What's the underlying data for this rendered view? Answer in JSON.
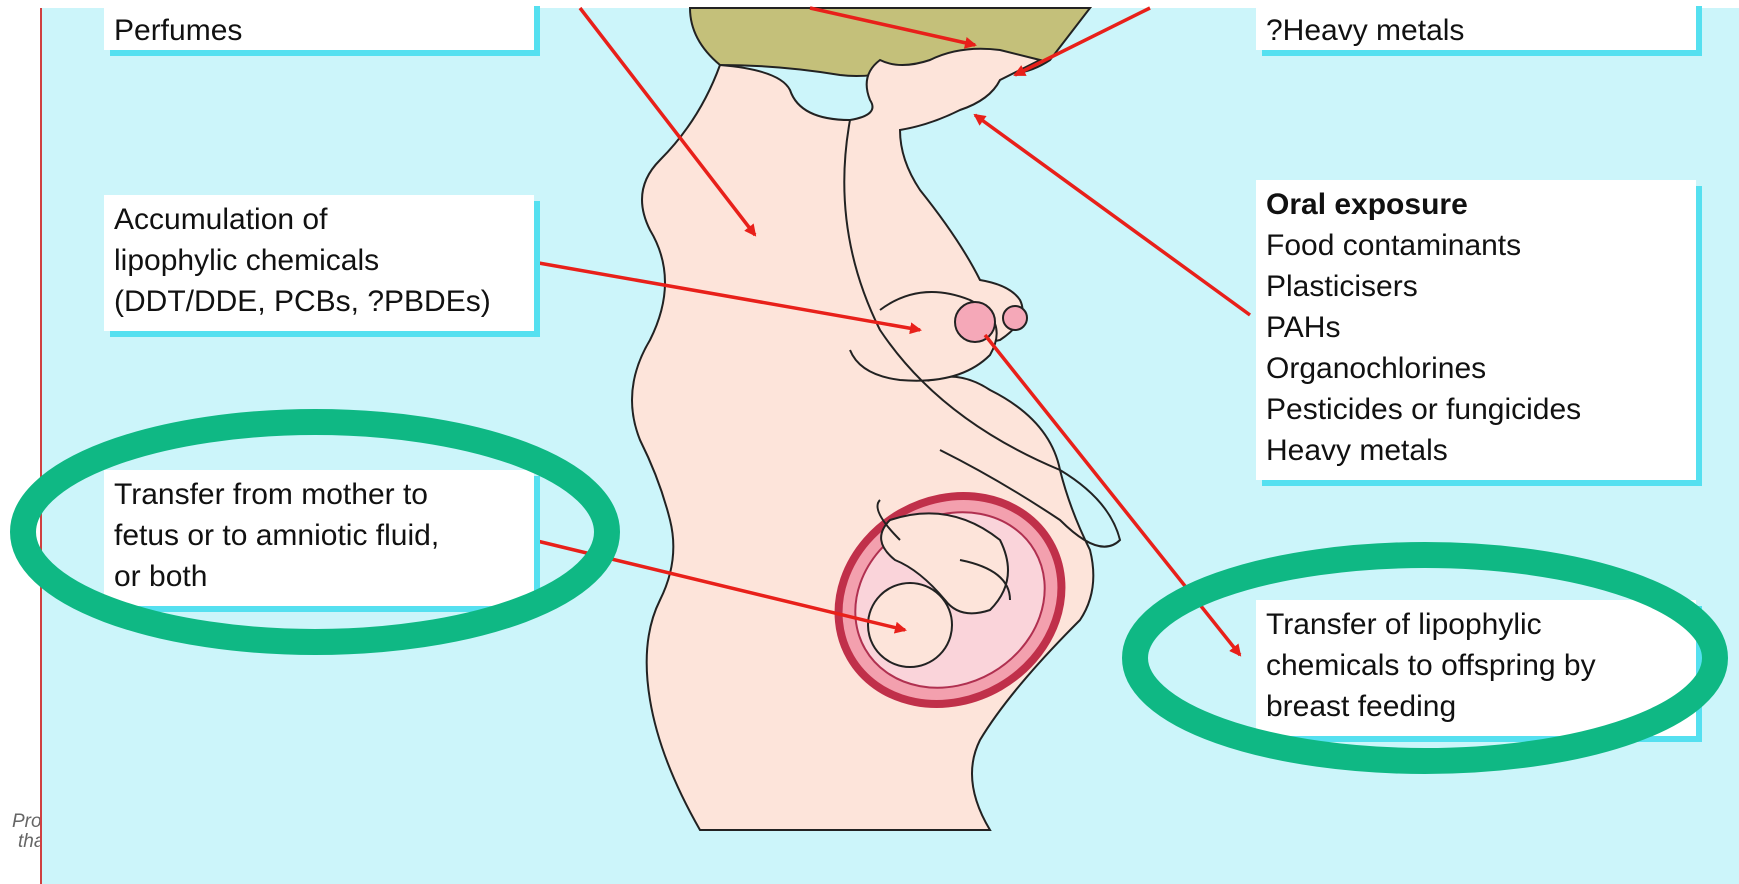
{
  "slide": {
    "footer_caption_lines": [
      "Pro",
      "tha"
    ]
  },
  "boxes": {
    "top_left": {
      "lines": [
        "Perfumes"
      ]
    },
    "top_right": {
      "lines": [
        "?Heavy metals"
      ]
    },
    "accumulation": {
      "lines": [
        "Accumulation of",
        "lipophylic chemicals",
        "(DDT/DDE, PCBs, ?PBDEs)"
      ]
    },
    "oral": {
      "title": "Oral exposure",
      "lines": [
        "Food contaminants",
        "Plasticisers",
        "PAHs",
        "Organochlorines",
        "Pesticides or fungicides",
        "Heavy metals"
      ]
    },
    "fetus_transfer": {
      "lines": [
        "Transfer from mother to",
        "fetus or to amniotic fluid,",
        "or both"
      ]
    },
    "breast_transfer": {
      "lines": [
        "Transfer of lipophylic",
        "chemicals to offspring by",
        "breast feeding"
      ]
    }
  },
  "colors": {
    "panel_background": "#ccf5fa",
    "box_shadow": "#55e0f0",
    "arrow": "#e8201a",
    "highlight_ellipse": "#0fb884",
    "skin": "#fde4da",
    "hair": "#c4c07a",
    "uterus": "#d84a5a"
  }
}
